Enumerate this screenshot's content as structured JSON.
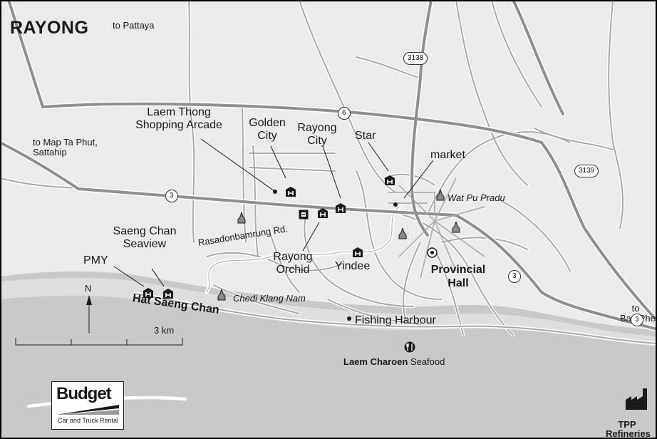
{
  "map": {
    "title": "RAYONG",
    "frame_color": "#000000",
    "land_color": "#ebebeb",
    "sea_color": "#c9c9c9",
    "road_color": "#a8a8a8",
    "road_outline_color": "#ffffff"
  },
  "directions": {
    "to_pattaya": "to Pattaya",
    "to_map_ta_phut": "to Map Ta Phut,",
    "to_sattahip": "Sattahip",
    "to_ban_phe_1": "to",
    "to_ban_phe_2": "Ban Phe"
  },
  "road_labels": {
    "r3138": "3138",
    "r6": "6",
    "r3139": "3139",
    "r3_west": "3",
    "r3_east": "3",
    "r3_far_east": "3",
    "rasadonbamrung": "Rasadonbamrung Rd."
  },
  "places": {
    "laem_thong_1": "Laem Thong",
    "laem_thong_2": "Shopping Arcade",
    "golden_1": "Golden",
    "golden_2": "City",
    "rayong_city_1": "Rayong",
    "rayong_city_2": "City",
    "star": "Star",
    "market": "market",
    "wat_pu_pradu": "Wat Pu Pradu",
    "saeng_chan_1": "Saeng Chan",
    "saeng_chan_2": "Seaview",
    "pmy": "PMY",
    "rayong_orchid_1": "Rayong",
    "rayong_orchid_2": "Orchid",
    "yindee": "Yindee",
    "provincial_1": "Provincial",
    "provincial_2": "Hall",
    "chedi_klang_nam": "Chedi Klang Nam",
    "hat_saeng_chan": "Hat Saeng Chan",
    "fishing_harbour": "Fishing Harbour",
    "laem_charoen_bold": "Laem Charoen",
    "laem_charoen_rest": " Seafood",
    "tpp_1": "TPP",
    "tpp_2": "Refineries"
  },
  "legend": {
    "north": "N",
    "scale": "3 km",
    "budget_name": "Budget",
    "budget_sub": "Car and Truck Rental"
  },
  "icons": {
    "hotel": "hotel-icon",
    "temple": "temple-stupa-icon",
    "restaurant": "restaurant-fork-knife-icon",
    "shopping": "shopping-bag-icon",
    "government": "government-circle-dot-icon",
    "factory": "factory-icon",
    "north_arrow": "north-arrow-icon"
  }
}
